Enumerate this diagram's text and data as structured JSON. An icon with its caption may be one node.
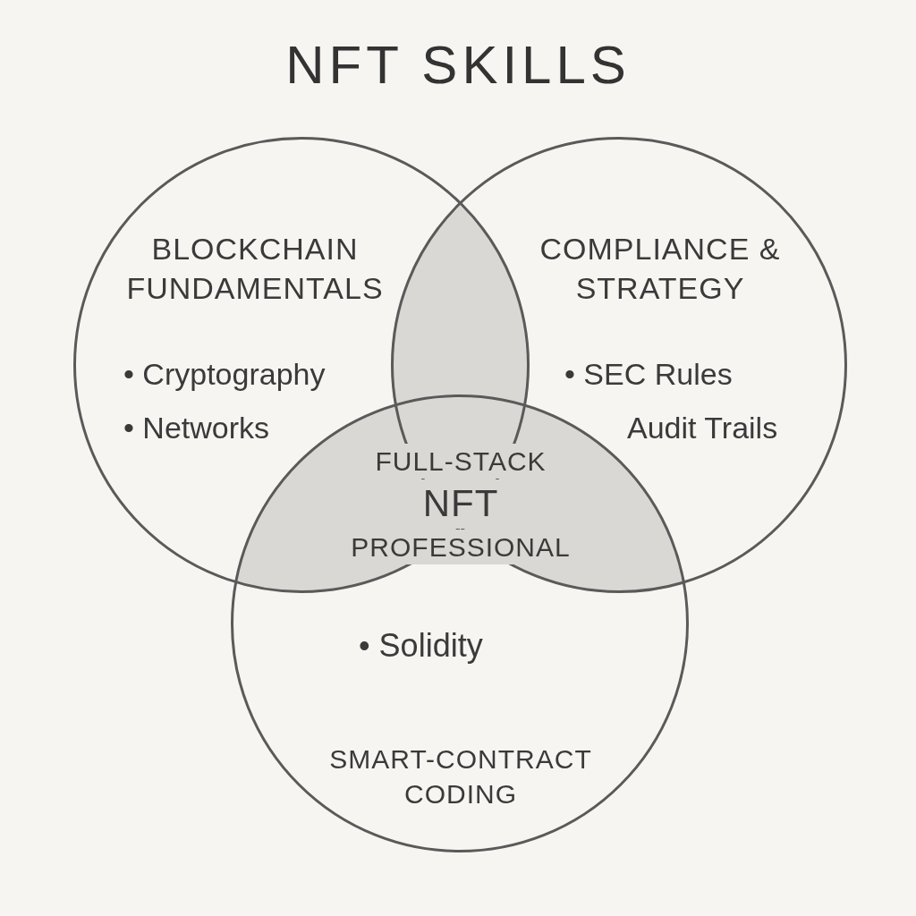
{
  "diagram": {
    "title": "NFT SKILLS",
    "nodes": [
      {
        "text": [
          "BLOCKCHAIN FUNDAMENTALS",
          "• Cryptography",
          "• Networks"
        ]
      },
      {
        "text": [
          "COMPLIANCE & STRATEGY",
          "• SEC Rules",
          "Audit Trails"
        ]
      },
      {
        "text": [
          "• Solidity",
          "SMART-CONTRACT CODING"
        ]
      },
      {
        "text": [
          "FULL-STACK",
          "NFT",
          "PROFESSIONAL"
        ],
        "in": 2
      }
    ]
  }
}
